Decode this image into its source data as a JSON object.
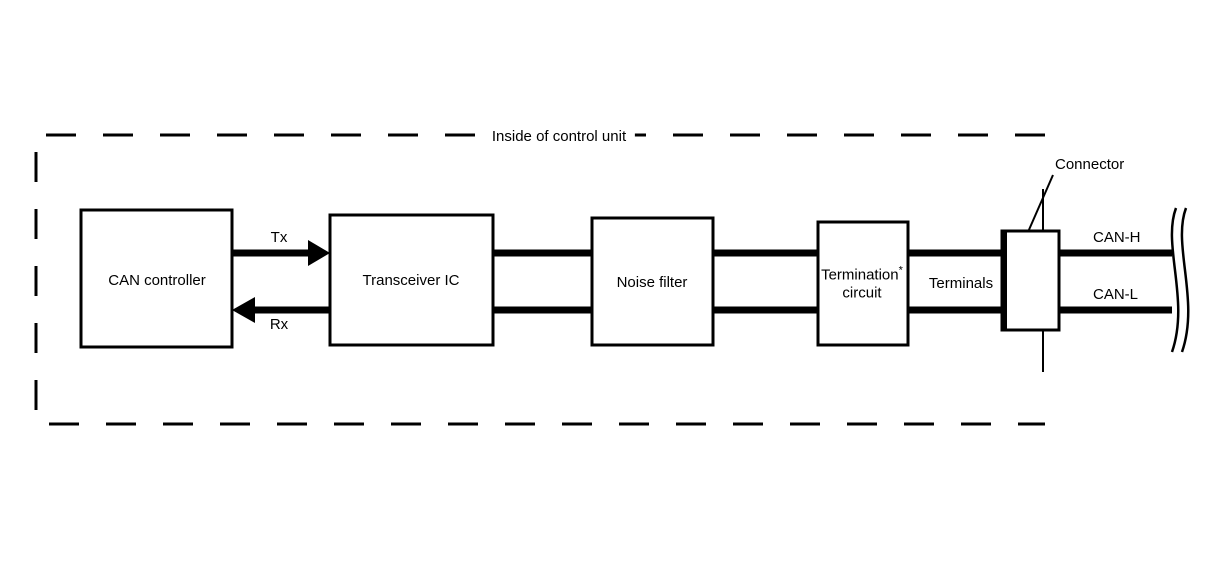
{
  "diagram": {
    "title_label": "Inside of control unit",
    "blocks": [
      {
        "id": "can-controller",
        "label": "CAN controller"
      },
      {
        "id": "transceiver-ic",
        "label": "Transceiver IC"
      },
      {
        "id": "noise-filter",
        "label": "Noise filter"
      },
      {
        "id": "termination-circuit",
        "label_line1": "Termination",
        "label_line2": "circuit",
        "footnote_mark": "*"
      }
    ],
    "signals": {
      "tx_label": "Tx",
      "rx_label": "Rx"
    },
    "terminals_label": "Terminals",
    "connector_label": "Connector",
    "bus_lines": [
      {
        "id": "can-high",
        "label": "CAN-H"
      },
      {
        "id": "can-low",
        "label": "CAN-L"
      }
    ],
    "colors": {
      "line": "#000000",
      "background": "#ffffff"
    }
  }
}
